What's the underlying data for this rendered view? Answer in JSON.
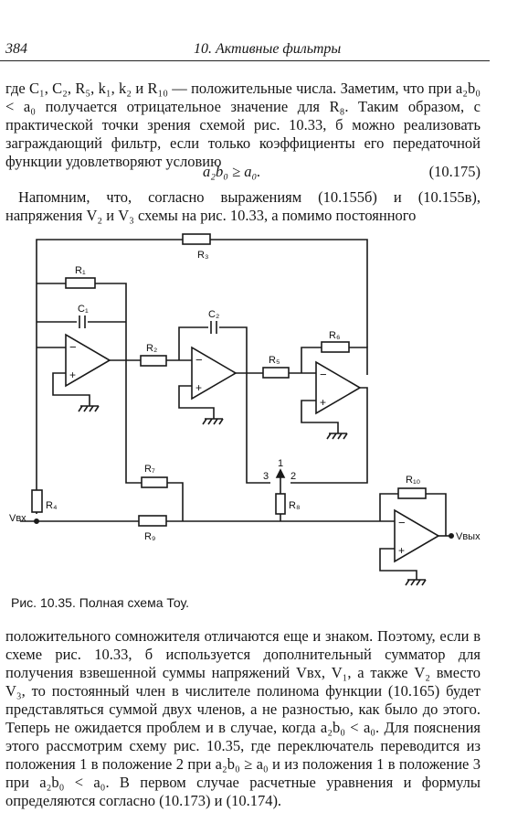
{
  "header": {
    "page_number": "384",
    "chapter_title": "10. Активные фильтры"
  },
  "para1": "где C₁, C₂, R₅, k₁, k₂ и R₁₀ — положительные числа. Заметим, что при a₂b₀ < a₀ получается отрицательное значение для R₈. Таким образом, с практической точки зрения схемой рис. 10.33, б можно реализовать заграждающий фильтр, если только коэффициенты его передаточной функции удовлетворяют условию",
  "equation": {
    "expr": "a₂b₀ ≥ a₀.",
    "number": "(10.175)"
  },
  "para2": "Напомним, что, согласно выражениям (10.155б) и (10.155в), напряжения V₂ и V₃ схемы на рис. 10.33, а помимо постоянного",
  "figure": {
    "labels": {
      "r1": "R₁",
      "r2": "R₂",
      "r3": "R₃",
      "r4": "R₄",
      "r5": "R₅",
      "r6": "R₆",
      "r7": "R₇",
      "r8": "R₈",
      "r9": "R₉",
      "r10": "R₁₀",
      "c1": "C₁",
      "c2": "C₂",
      "vin": "Vвх",
      "vout": "Vвых",
      "sw1": "1",
      "sw2": "2",
      "sw3": "3",
      "minus": "−",
      "plus": "+"
    },
    "caption": "Рис. 10.35. Полная схема Тоу."
  },
  "para3": "положительного сомножителя отличаются еще и знаком. Поэтому, если в схеме рис. 10.33, б используется дополнительный сумматор для получения взвешенной суммы напряжений Vвх, V₁, а также V₂ вместо V₃, то постоянный член в числителе полинома функции (10.165) будет представляться суммой двух членов, а не разностью, как было до этого. Теперь не ожидается проблем и в случае, когда a₂b₀ < a₀. Для пояснения этого рассмотрим схему рис. 10.35, где переключатель переводится из положения 1 в положение 2 при a₂b₀ ≥ a₀ и из положения 1 в положение 3 при a₂b₀ < a₀. В первом случае расчетные уравнения и формулы определяются согласно (10.173) и (10.174)."
}
